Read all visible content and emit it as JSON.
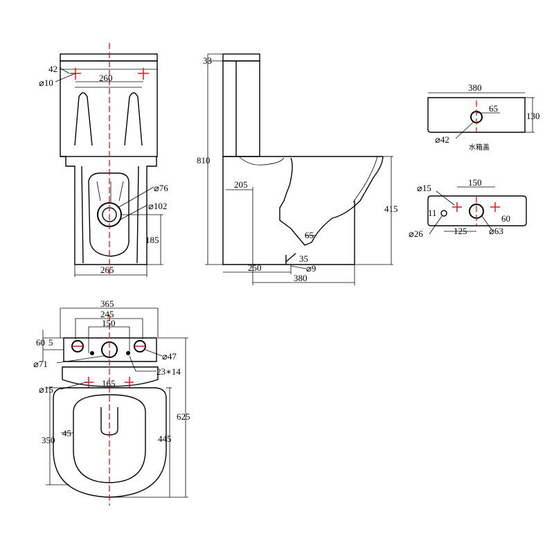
{
  "drawing": {
    "front_view": {
      "dims": {
        "d42": "42",
        "phi10": "⌀10",
        "d260": "260",
        "phi76": "⌀76",
        "phi102": "⌀102",
        "d185": "185",
        "d265": "265"
      }
    },
    "side_view": {
      "dims": {
        "d33": "33",
        "d810": "810",
        "d205": "205",
        "d415": "415",
        "d65": "65",
        "d35": "35",
        "phi9": "⌀9",
        "d250": "250",
        "d380": "380"
      }
    },
    "tank_lid": {
      "dims": {
        "d380": "380",
        "d65": "65",
        "d130": "130",
        "phi42": "⌀42"
      },
      "caption": "水箱盖"
    },
    "tank_top": {
      "dims": {
        "phi15": "⌀15",
        "d150": "150",
        "d11": "11",
        "phi26": "⌀26",
        "d125": "125",
        "phi63": "⌀63",
        "d60": "60"
      }
    },
    "plan_view": {
      "dims": {
        "d365": "365",
        "d245": "245",
        "d150": "150",
        "d60": "60",
        "d5": "5",
        "phi47": "⌀47",
        "phi71": "⌀71",
        "slot": "23∗14",
        "phi15": "⌀15",
        "d165": "165",
        "d625": "625",
        "d350": "350",
        "d45": "45",
        "d445": "445"
      }
    }
  },
  "colors": {
    "outline": "#000000",
    "centerline": "#e8141b"
  }
}
